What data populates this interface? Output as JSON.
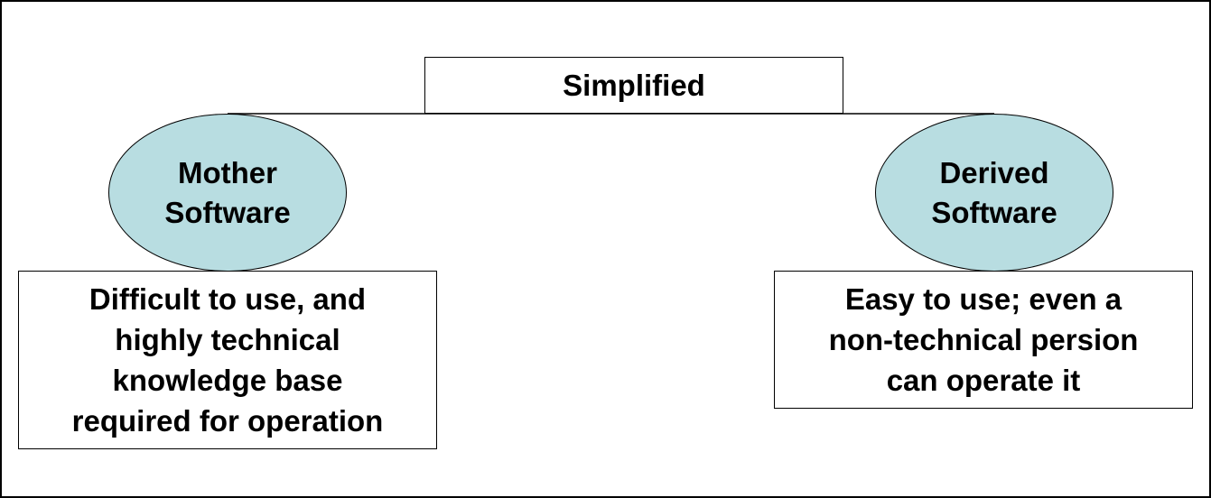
{
  "diagram": {
    "colors": {
      "ellipse_fill": "#b8dde1",
      "stroke": "#000000",
      "background": "#ffffff"
    },
    "top_label": "Simplified",
    "left_node": {
      "label": "Mother\nSoftware",
      "description": "Difficult to use, and\nhighly technical\nknowledge base\nrequired for operation"
    },
    "right_node": {
      "label": "Derived\nSoftware",
      "description": "Easy to use; even a\nnon-technical persion\ncan operate it"
    }
  }
}
